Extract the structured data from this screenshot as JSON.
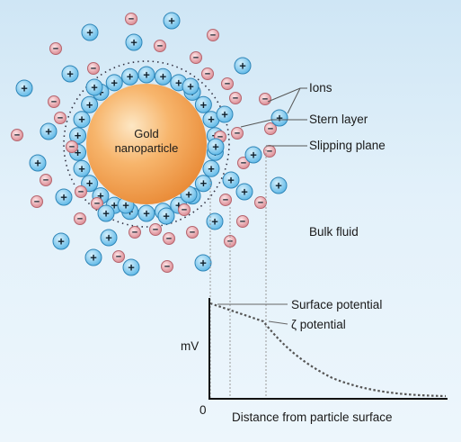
{
  "particle": {
    "line1": "Gold",
    "line2": "nanoparticle"
  },
  "labels": {
    "ions": "Ions",
    "stern_layer": "Stern layer",
    "slipping_plane": "Slipping plane",
    "bulk_fluid": "Bulk fluid",
    "surface_potential": "Surface potential",
    "zeta_potential": "ζ potential"
  },
  "graph": {
    "ylabel": "mV",
    "origin": "0",
    "xlabel": "Distance from particle surface"
  },
  "symbols": {
    "positive": "+",
    "negative": "−"
  },
  "colors": {
    "particle": "#f0a050",
    "positive_ion": "#4aaee0",
    "negative_ion": "#e39aa0",
    "curve": "#555555"
  }
}
